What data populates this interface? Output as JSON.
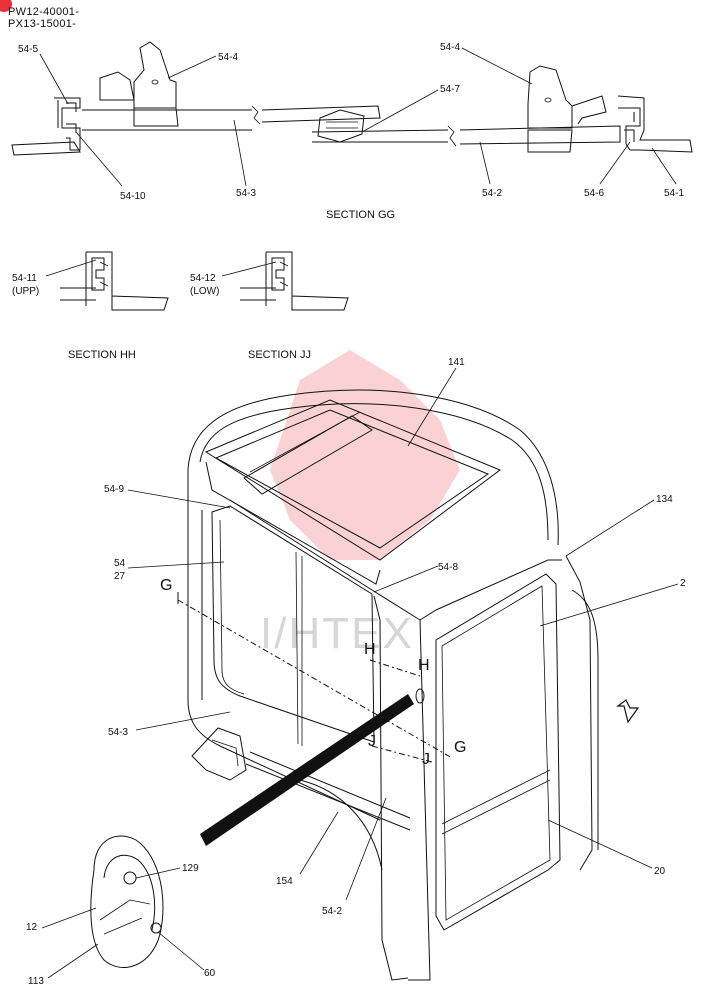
{
  "header": {
    "model_line1": "PW12-40001-",
    "model_line2": "PX13-15001-"
  },
  "watermark": {
    "text": "I/HTEX",
    "color": "#e8313a"
  },
  "sections": {
    "gg": "SECTION GG",
    "hh": "SECTION HH",
    "jj": "SECTION JJ"
  },
  "cut_marks": {
    "g": "G",
    "h": "H",
    "j": "J"
  },
  "callouts": {
    "p54_5": "54-5",
    "p54_4a": "54-4",
    "p54_4b": "54-4",
    "p54_7": "54-7",
    "p54_10": "54-10",
    "p54_3a": "54-3",
    "p54_2a": "54-2",
    "p54_6": "54-6",
    "p54_1": "54-1",
    "p54_11": "54-11",
    "upp": "(UPP)",
    "p54_12": "54-12",
    "low": "(LOW)",
    "p141": "141",
    "p54_9": "54-9",
    "p134": "134",
    "p54": "54",
    "p27": "27",
    "p54_8": "54-8",
    "p2": "2",
    "p54_3b": "54-3",
    "p20": "20",
    "p154": "154",
    "p54_2b": "54-2",
    "p129": "129",
    "p12": "12",
    "p113": "113",
    "p60": "60"
  }
}
